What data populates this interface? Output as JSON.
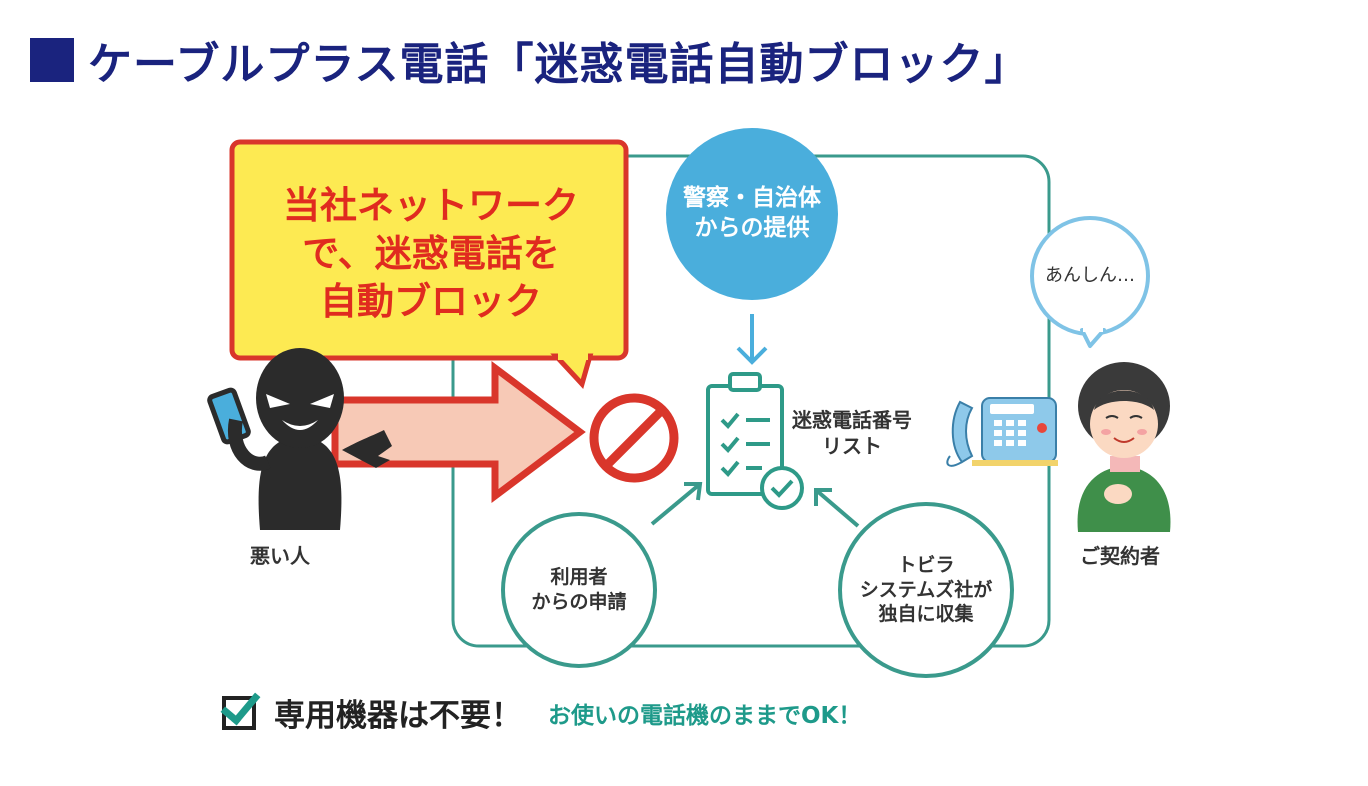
{
  "title": "ケーブルプラス電話「迷惑電話自動ブロック」",
  "callout": {
    "line1": "当社ネットワーク",
    "line2": "で、迷惑電話を",
    "line3": "自動ブロック"
  },
  "police_circle": {
    "line1": "警察・自治体",
    "line2": "からの提供"
  },
  "list_label": {
    "line1": "迷惑電話番号",
    "line2": "リスト"
  },
  "user_circle": {
    "line1": "利用者",
    "line2": "からの申請"
  },
  "tobira_circle": {
    "line1": "トビラ",
    "line2": "システムズ社が",
    "line3": "独自に収集"
  },
  "bad_person_label": "悪い人",
  "customer_label": "ご契約者",
  "speech": "あんしん…",
  "bottom": {
    "main": "専用機器は不要！",
    "sub": "お使いの電話機のままでOK！"
  },
  "colors": {
    "title": "#1a237e",
    "teal": "#3a9a8c",
    "callout_fill": "#fdea52",
    "callout_text": "#e02b1f",
    "police_circle": "#4aaedc",
    "arrow_fill": "#f7c9b6",
    "block_red": "#d9362b"
  }
}
